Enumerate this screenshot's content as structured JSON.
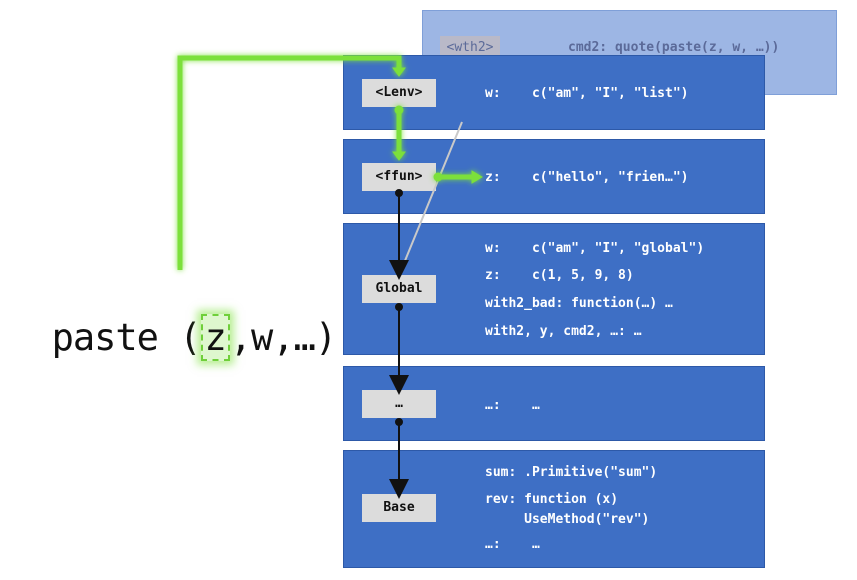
{
  "ghost_frame": {
    "label": "<wth2>",
    "binding": "cmd2: quote(paste(z, w, …))"
  },
  "frames": [
    {
      "label": "<Lenv>",
      "bindings": [
        "w:    c(\"am\", \"I\", \"list\")"
      ]
    },
    {
      "label": "<ffun>",
      "bindings": [
        "z:    c(\"hello\", \"frien…\")"
      ]
    },
    {
      "label": "Global",
      "bindings": [
        "w:    c(\"am\", \"I\", \"global\")",
        "z:    c(1, 5, 9, 8)",
        "with2_bad: function(…) …",
        "with2, y, cmd2, …: …"
      ]
    },
    {
      "label": "…",
      "bindings": [
        "…:    …"
      ]
    },
    {
      "label": "Base",
      "bindings": [
        "sum: .Primitive(\"sum\")",
        "rev: function (x)",
        "     UseMethod(\"rev\")",
        "…:    …"
      ]
    }
  ],
  "call": {
    "prefix": "paste (",
    "highlighted": "z",
    "suffix": ",w,…)"
  },
  "colors": {
    "frame_fill": "#3e6fc5",
    "ghost_fill": "#9db6e4",
    "highlight": "#7be03a",
    "label_fill": "#dcdcdc"
  }
}
